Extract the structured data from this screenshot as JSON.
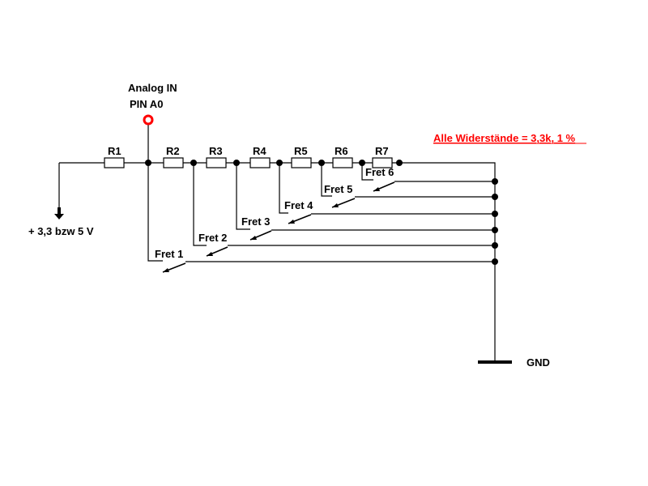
{
  "input": {
    "line1": "Analog IN",
    "line2": "PIN A0",
    "pin_color": "#ff0000"
  },
  "supply": {
    "label": "+ 3,3 bzw 5 V",
    "icon": "arrow-down-icon"
  },
  "ground": {
    "label": "GND",
    "icon": "ground-icon"
  },
  "note": {
    "text": "Alle Widerstände = 3,3k, 1 %",
    "color": "#ff0000"
  },
  "resistors": [
    "R1",
    "R2",
    "R3",
    "R4",
    "R5",
    "R6",
    "R7"
  ],
  "frets": [
    "Fret 1",
    "Fret 2",
    "Fret 3",
    "Fret 4",
    "Fret 5",
    "Fret 6"
  ]
}
